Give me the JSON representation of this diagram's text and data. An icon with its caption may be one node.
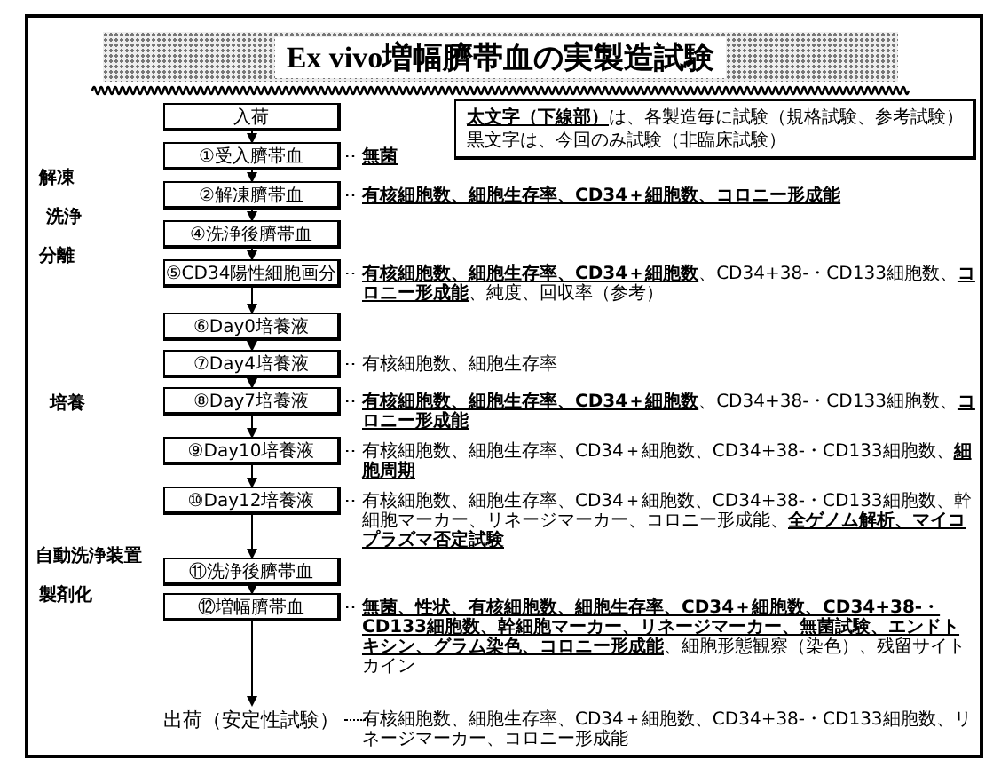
{
  "diagram": {
    "title": "Ex vivo増幅臍帯血の実製造試験",
    "nodes": [
      {
        "text": [
          "入荷"
        ]
      },
      {
        "text": [
          "①受入臍帯血"
        ],
        "beside": [
          "**無菌**"
        ]
      },
      {
        "text": [
          "②解凍臍帯血"
        ],
        "beside": [
          "**有核細胞数、細胞生存率、CD34＋細胞数、コロニー形成能**"
        ]
      },
      {
        "text": [
          "④洗浄後臍帯血"
        ]
      },
      {
        "text": [
          "⑤CD34陽性細胞画分"
        ],
        "beside": [
          "**有核細胞数、細胞生存率、CD34＋細胞数**、CD34+38-・CD133細胞数、**コロニー形成能**、純度、回収率（参考）"
        ]
      },
      {
        "text": [
          "⑥Day0培養液"
        ]
      },
      {
        "text": [
          "⑦Day4培養液"
        ],
        "beside": [
          "有核細胞数、細胞生存率"
        ]
      },
      {
        "text": [
          "⑧Day7培養液"
        ],
        "beside": [
          "**有核細胞数、細胞生存率、CD34＋細胞数**、CD34+38-・CD133細胞数、**コロニー形成能**"
        ]
      },
      {
        "text": [
          "⑨Day10培養液"
        ],
        "beside": [
          "有核細胞数、細胞生存率、CD34＋細胞数、CD34+38-・CD133細胞数、**細胞周期**"
        ]
      },
      {
        "text": [
          "⑩Day12培養液"
        ],
        "beside": [
          "有核細胞数、細胞生存率、CD34＋細胞数、CD34+38-・CD133細胞数、幹細胞マーカー、リネージマーカー、コロニー形成能、**全ゲノム解析、マイコプラズマ否定試験**"
        ]
      },
      {
        "text": [
          "⑪洗浄後臍帯血"
        ]
      },
      {
        "text": [
          "⑫増幅臍帯血"
        ],
        "beside": [
          "**無菌、性状、有核細胞数、細胞生存率、CD34＋細胞数、CD34+38-・CD133細胞数、幹細胞マーカー、リネージマーカー、無菌試験、エンドトキシン、グラム染色、コロニー形成能**、細胞形態観察（染色）、残留サイトカイン"
        ]
      },
      {
        "text": [
          "出荷（安定性試験）"
        ],
        "beside": [
          "有核細胞数、細胞生存率、CD34＋細胞数、CD34+38-・CD133細胞数、リネージマーカー、コロニー形成能"
        ]
      },
      {
        "text": [
          "**太文字（下線部）**は、各製造毎に試験（規格試験、参考試験）",
          "黒文字は、今回のみ試験（非臨床試験）"
        ]
      }
    ],
    "edges": [
      {
        "from": 0,
        "to": 1,
        "arrow": "to"
      },
      {
        "from": 1,
        "to": 2,
        "arrow": "to"
      },
      {
        "from": 2,
        "to": 3,
        "arrow": "to"
      },
      {
        "from": 3,
        "to": 4,
        "arrow": "to"
      },
      {
        "from": 4,
        "to": 5,
        "arrow": "to"
      },
      {
        "from": 5,
        "to": 6,
        "arrow": "to"
      },
      {
        "from": 6,
        "to": 7,
        "arrow": "to"
      },
      {
        "from": 7,
        "to": 8,
        "arrow": "to"
      },
      {
        "from": 8,
        "to": 9,
        "arrow": "to"
      },
      {
        "from": 9,
        "to": 10,
        "arrow": "to"
      },
      {
        "from": 10,
        "to": 11,
        "arrow": "to"
      },
      {
        "from": 11,
        "to": 12,
        "arrow": "to"
      }
    ],
    "labels": [
      "解凍",
      "洗浄",
      "分離",
      "培養",
      "自動洗浄装置",
      "製剤化"
    ]
  }
}
